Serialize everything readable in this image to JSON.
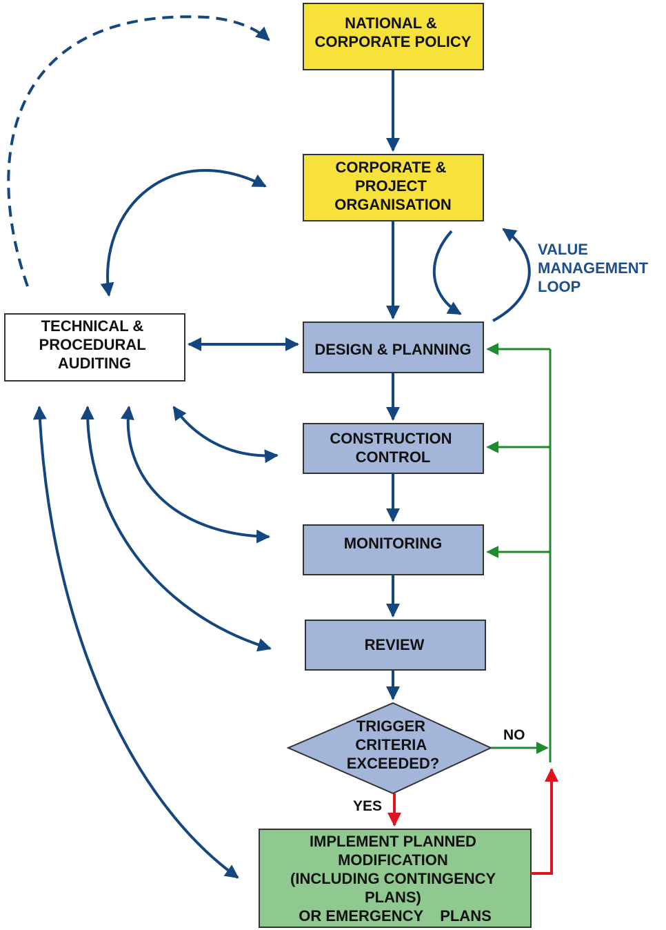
{
  "nodes": {
    "national_policy": [
      "NATIONAL &",
      "CORPORATE POLICY"
    ],
    "organisation": [
      "CORPORATE &",
      "PROJECT",
      "ORGANISATION"
    ],
    "design": [
      "DESIGN & PLANNING"
    ],
    "construction": [
      "CONSTRUCTION",
      "CONTROL"
    ],
    "monitoring": [
      "MONITORING"
    ],
    "review": [
      "REVIEW"
    ],
    "trigger": [
      "TRIGGER",
      "CRITERIA",
      "EXCEEDED?"
    ],
    "implement": [
      "IMPLEMENT PLANNED",
      "MODIFICATION",
      "(INCLUDING CONTINGENCY",
      "PLANS)",
      "OR EMERGENCY    PLANS"
    ],
    "auditing": [
      "TECHNICAL &",
      "PROCEDURAL",
      "AUDITING"
    ]
  },
  "labels": {
    "value_loop": [
      "VALUE",
      "MANAGEMENT",
      "LOOP"
    ],
    "no": "NO",
    "yes": "YES"
  },
  "colors": {
    "policy_fill": "#f7e13b",
    "process_fill": "#a3b6d9",
    "implement_fill": "#8fc98f",
    "audit_fill": "#ffffff",
    "arrow_blue": "#14467f",
    "arrow_green": "#1f8a2e",
    "arrow_red": "#e0141e"
  }
}
